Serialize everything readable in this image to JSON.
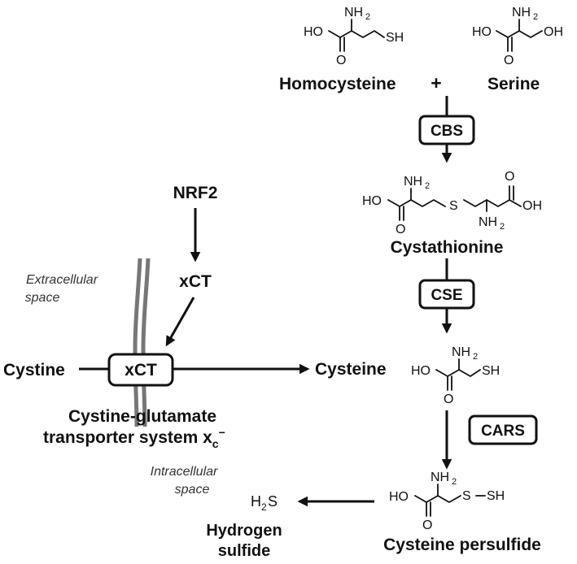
{
  "molecules": {
    "homocysteine": "Homocysteine",
    "serine": "Serine",
    "plus": "+",
    "cystathionine": "Cystathionine",
    "cysteine": "Cysteine",
    "cysteine_persulfide": "Cysteine persulfide",
    "cystine": "Cystine",
    "hydrogen_sulfide_line1": "Hydrogen",
    "hydrogen_sulfide_line2": "sulfide"
  },
  "enzymes": {
    "cbs": "CBS",
    "cse": "CSE",
    "cars": "CARS",
    "xct_transporter": "xCT"
  },
  "regulation": {
    "nrf2": "NRF2",
    "xct": "xCT"
  },
  "compartments": {
    "extracellular_line1": "Extracellular",
    "extracellular_line2": "space",
    "intracellular_line1": "Intracellular",
    "intracellular_line2": "space"
  },
  "transporter": {
    "line1": "Cystine-glutamate",
    "line2_prefix": "transporter system x",
    "subscript": "c",
    "superscript": "−"
  },
  "atoms": {
    "nh2": "NH",
    "two": "2",
    "ho": "HO",
    "o": "O",
    "sh": "SH",
    "oh": "OH",
    "s": "S",
    "h2s_h": "H",
    "h2s_s": "S"
  }
}
